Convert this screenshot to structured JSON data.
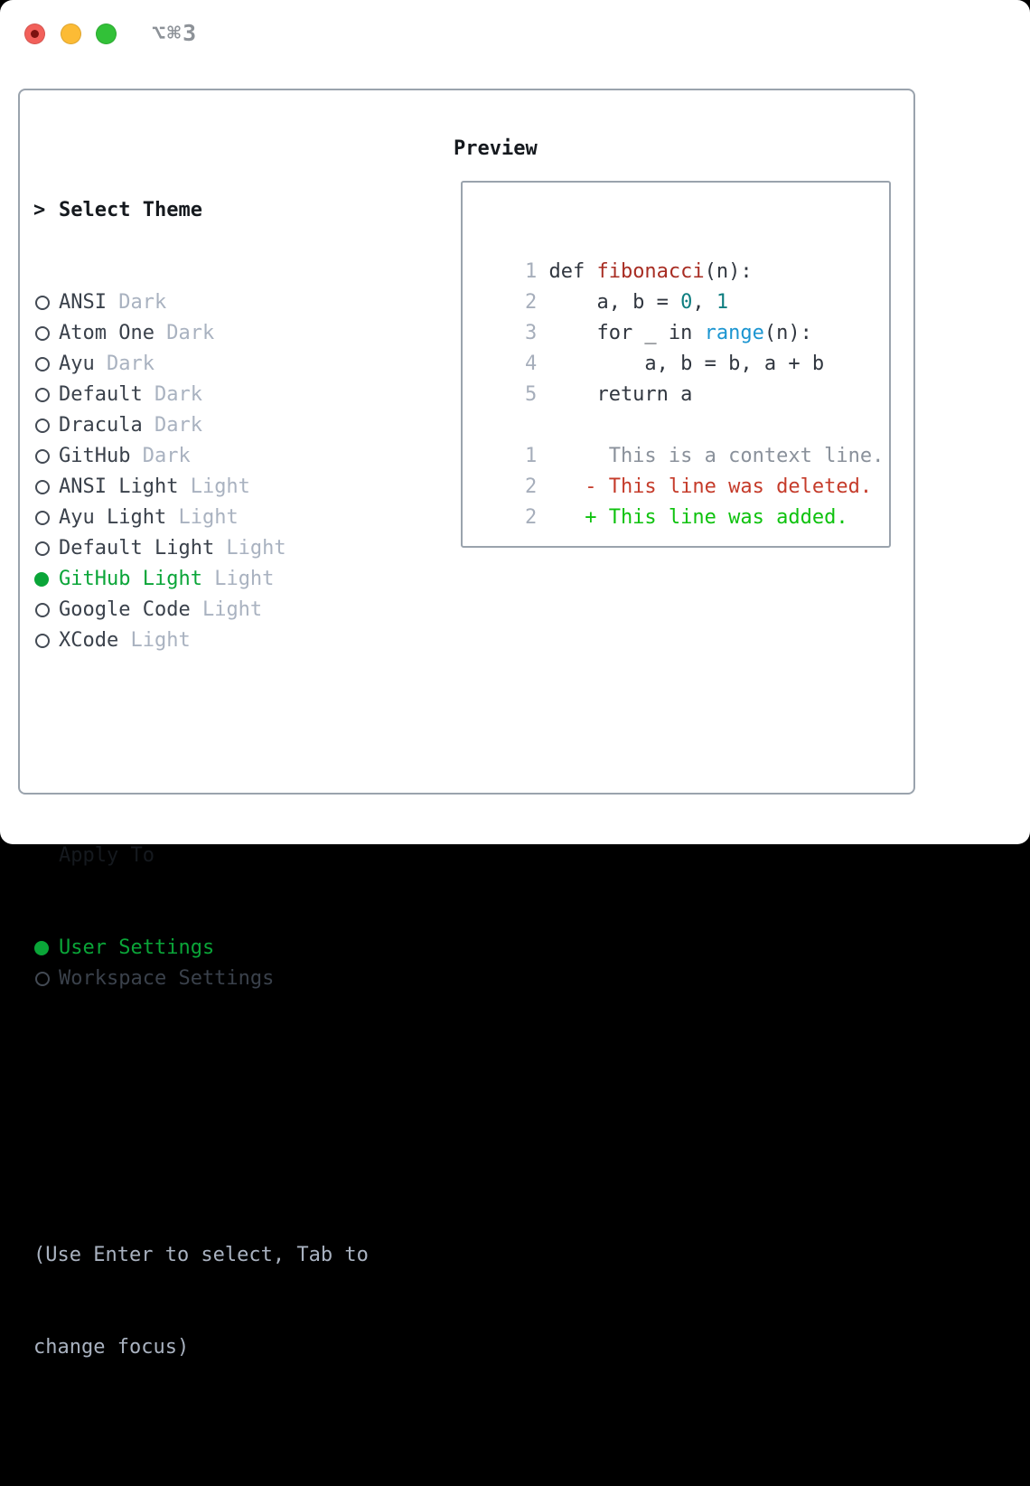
{
  "titlebar": {
    "title": "⌥⌘3",
    "buttons": [
      {
        "name": "close"
      },
      {
        "name": "minimize"
      },
      {
        "name": "zoom"
      }
    ]
  },
  "theme_selector": {
    "header_prefix": ">",
    "header": "Select Theme",
    "themes": [
      {
        "name": "ANSI",
        "variant": "Dark",
        "selected": false
      },
      {
        "name": "Atom One",
        "variant": "Dark",
        "selected": false
      },
      {
        "name": "Ayu",
        "variant": "Dark",
        "selected": false
      },
      {
        "name": "Default",
        "variant": "Dark",
        "selected": false
      },
      {
        "name": "Dracula",
        "variant": "Dark",
        "selected": false
      },
      {
        "name": "GitHub",
        "variant": "Dark",
        "selected": false
      },
      {
        "name": "ANSI Light",
        "variant": "Light",
        "selected": false
      },
      {
        "name": "Ayu Light",
        "variant": "Light",
        "selected": false
      },
      {
        "name": "Default Light",
        "variant": "Light",
        "selected": false
      },
      {
        "name": "GitHub Light",
        "variant": "Light",
        "selected": true
      },
      {
        "name": "Google Code",
        "variant": "Light",
        "selected": false
      },
      {
        "name": "XCode",
        "variant": "Light",
        "selected": false
      }
    ],
    "apply_to": {
      "header": "Apply To",
      "options": [
        {
          "label": "User Settings",
          "selected": true
        },
        {
          "label": "Workspace Settings",
          "selected": false
        }
      ]
    },
    "help_lines": [
      "(Use Enter to select, Tab to",
      "change focus)"
    ]
  },
  "preview": {
    "header": "Preview",
    "lines": [
      {
        "num": "1",
        "segments": [
          {
            "text": "def ",
            "style": "code"
          },
          {
            "text": "fibonacci",
            "style": "function"
          },
          {
            "text": "(n):",
            "style": "code"
          }
        ]
      },
      {
        "num": "2",
        "segments": [
          {
            "text": "    a, b = ",
            "style": "code"
          },
          {
            "text": "0",
            "style": "number"
          },
          {
            "text": ", ",
            "style": "code"
          },
          {
            "text": "1",
            "style": "number"
          }
        ]
      },
      {
        "num": "3",
        "segments": [
          {
            "text": "    for _ in ",
            "style": "code"
          },
          {
            "text": "range",
            "style": "builtin"
          },
          {
            "text": "(n):",
            "style": "code"
          }
        ]
      },
      {
        "num": "4",
        "segments": [
          {
            "text": "        a, b = b, a + b",
            "style": "code"
          }
        ]
      },
      {
        "num": "5",
        "segments": [
          {
            "text": "    return a",
            "style": "code"
          }
        ]
      },
      {
        "num": "",
        "segments": []
      },
      {
        "num": "1",
        "segments": [
          {
            "text": "     This is a context line.",
            "style": "context"
          }
        ]
      },
      {
        "num": "2",
        "segments": [
          {
            "text": "   - This line was deleted.",
            "style": "deleted"
          }
        ]
      },
      {
        "num": "2",
        "segments": [
          {
            "text": "   + This line was added.",
            "style": "added"
          }
        ]
      }
    ]
  },
  "colors": {
    "selected_green": "#0aa538",
    "added_green": "#0ec20e",
    "deleted_red": "#c53b2a",
    "function_red": "#a82d23",
    "number_teal": "#0e7e80",
    "builtin_blue": "#1b95d1",
    "text_dark": "#3a414b",
    "header_black": "#15191e",
    "muted_gray": "#a9b2c0",
    "line_number_gray": "#a6aebb",
    "context_gray": "#8a919b",
    "border_gray": "#9aa3ad",
    "titlebar_gray": "#8d9298",
    "traffic_red": "#f2605a",
    "traffic_red_dot": "#7c120f",
    "traffic_yellow": "#fcbb35",
    "traffic_green": "#32c138"
  }
}
